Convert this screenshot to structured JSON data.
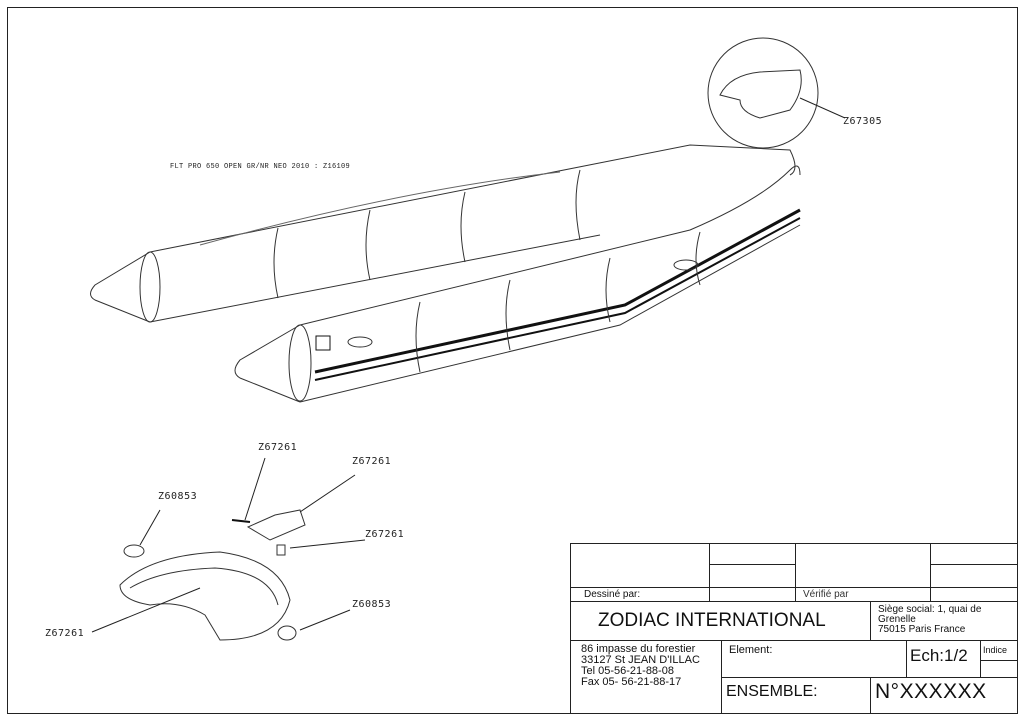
{
  "drawing": {
    "model_label": "FLT PRO 650 OPEN GR/NR NEO 2010 : Z16109",
    "callouts": {
      "top_detail": "Z67305",
      "strap_upper": "Z67261",
      "buckle": "Z67261",
      "clip": "Z67261",
      "seat_left": "Z67261",
      "cap_upper": "Z60853",
      "cap_lower": "Z60853"
    }
  },
  "title_block": {
    "drawn_by_label": "Dessiné par:",
    "checked_by_label": "Vérifié par",
    "company": "ZODIAC INTERNATIONAL",
    "head_office": [
      "Siège social: 1, quai de",
      "Grenelle",
      "75015 Paris France"
    ],
    "address": [
      "86 impasse du forestier",
      "33127 St JEAN D'ILLAC",
      "Tel 05-56-21-88-08",
      "Fax 05- 56-21-88-17"
    ],
    "element_label": "Element:",
    "scale": "Ech:1/2",
    "index_label": "Indice",
    "assembly_label": "ENSEMBLE:",
    "number": "N°XXXXXX"
  }
}
